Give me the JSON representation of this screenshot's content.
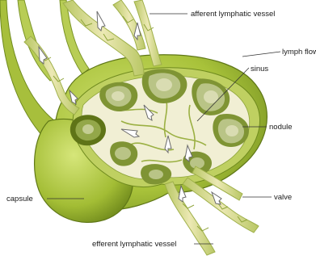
{
  "labels": {
    "afferent": "afferent lymphatic vessel",
    "lymph_flow": "lymph flow",
    "sinus": "sinus",
    "nodule": "nodule",
    "capsule": "capsule",
    "valve": "valve",
    "efferent": "efferent lymphatic vessel"
  },
  "colors": {
    "capsule": "#a8c23a",
    "capsule_dark": "#6f8a1e",
    "vessel": "#e6e2a4",
    "vessel_edge": "#9fb04a",
    "sinus": "#f1efd4",
    "nodule_outer": "#7f9434",
    "nodule_inner": "#b9c486",
    "nodule_center": "#d9dcb2"
  }
}
